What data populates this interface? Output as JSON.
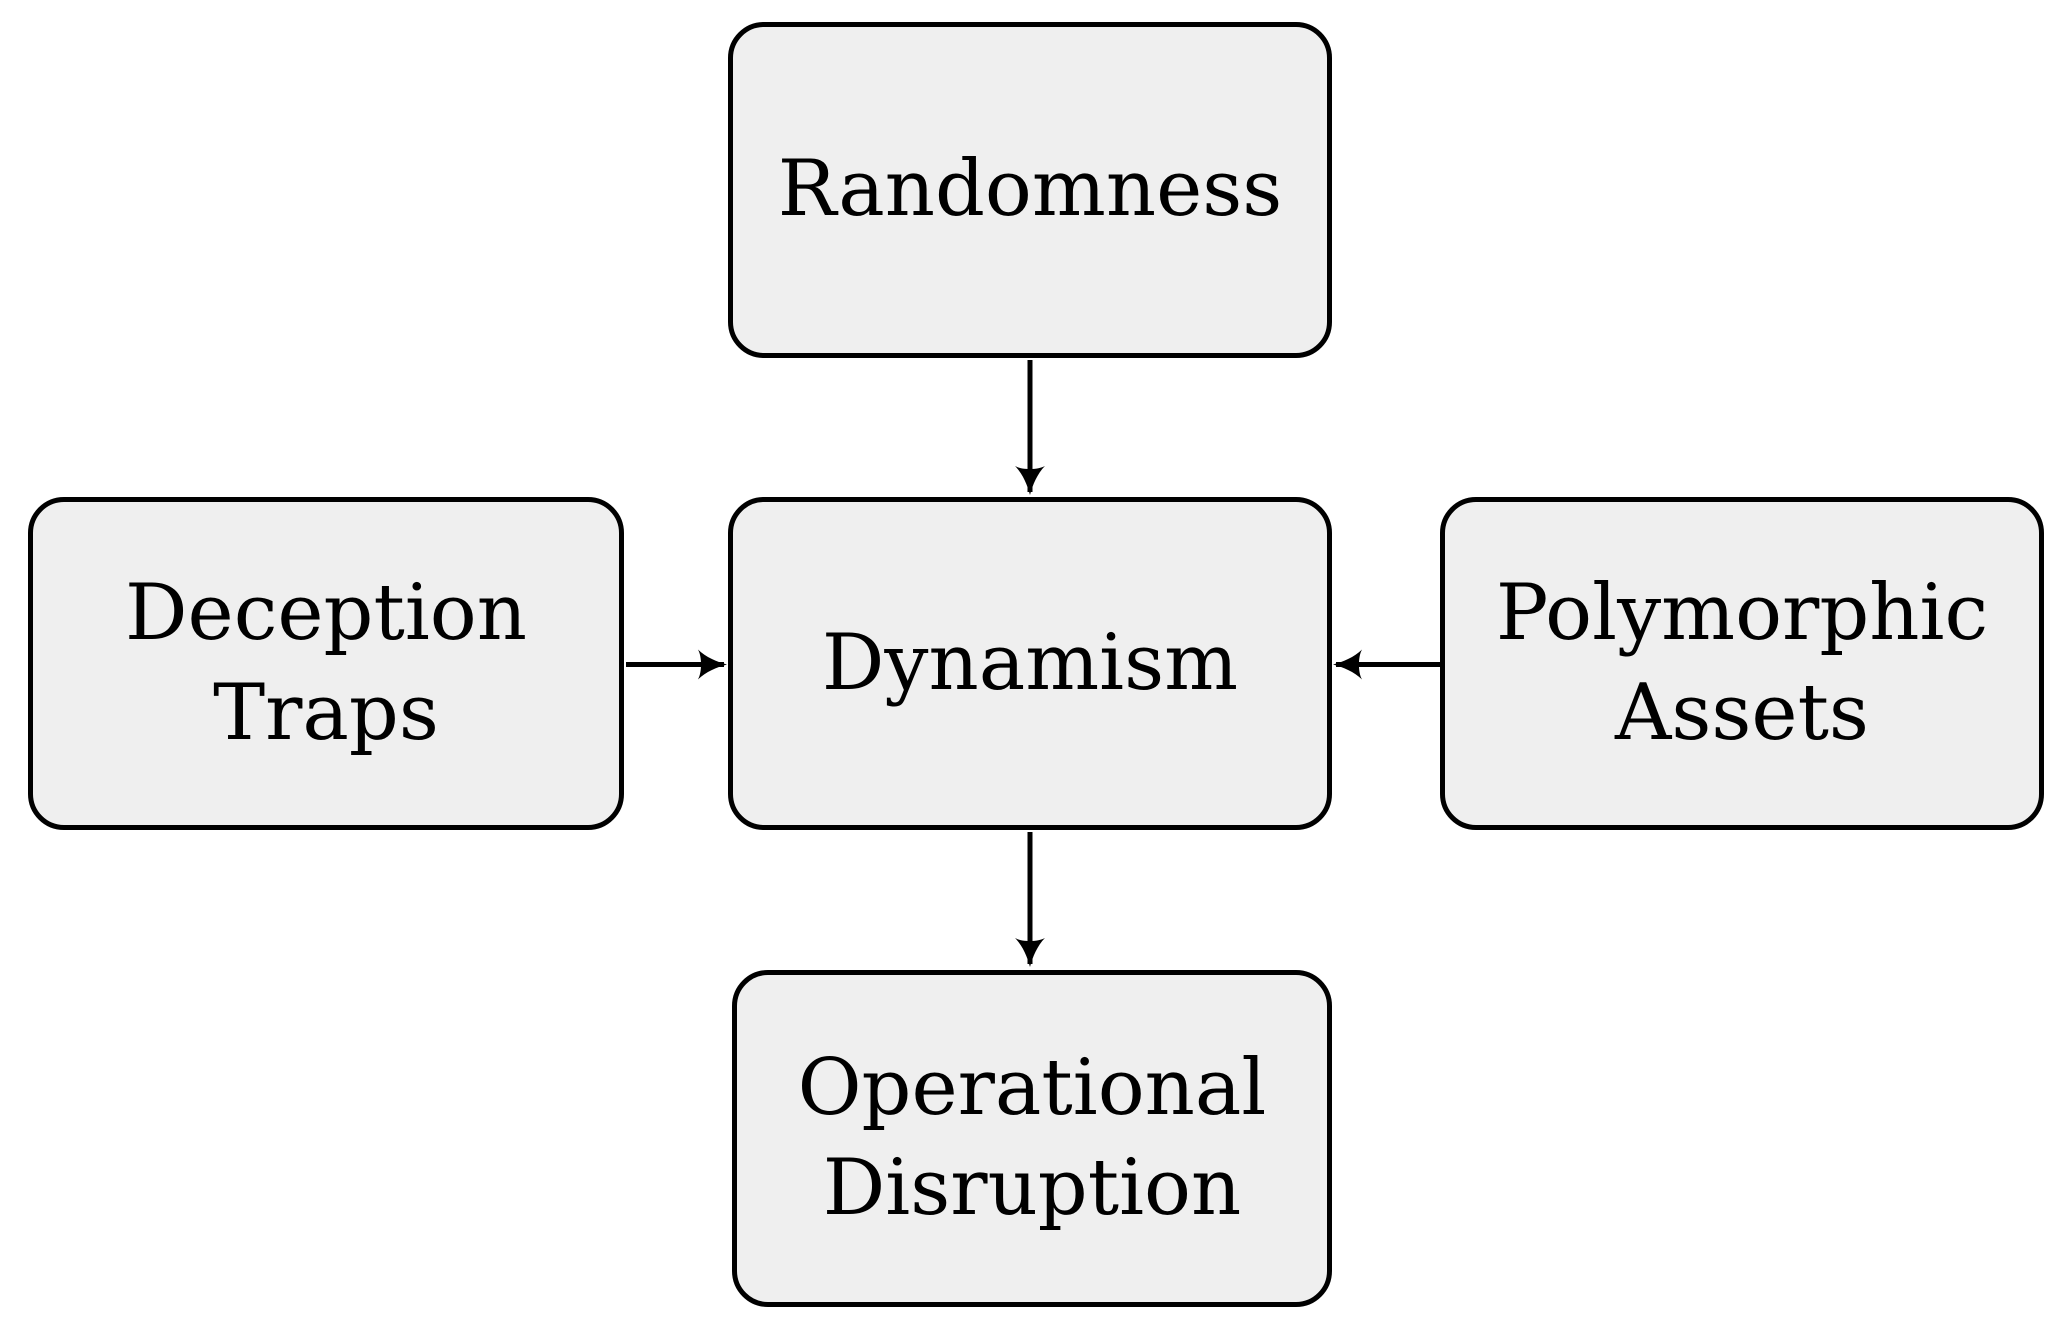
{
  "diagram": {
    "title": "",
    "theme": {
      "node_fill": "#efefef",
      "node_border_color": "#000000",
      "text_color": "#000000",
      "arrow_color": "#000000",
      "background": "#ffffff"
    },
    "nodes": {
      "randomness": {
        "lines": [
          "Randomness"
        ]
      },
      "deception_traps": {
        "lines": [
          "Deception",
          "Traps"
        ]
      },
      "dynamism": {
        "lines": [
          "Dynamism"
        ]
      },
      "polymorphic_assets": {
        "lines": [
          "Polymorphic",
          "Assets"
        ]
      },
      "operational_disruption": {
        "lines": [
          "Operational",
          "Disruption"
        ]
      }
    },
    "edges": [
      {
        "from": "randomness",
        "to": "dynamism",
        "direction": "down"
      },
      {
        "from": "deception_traps",
        "to": "dynamism",
        "direction": "right"
      },
      {
        "from": "polymorphic_assets",
        "to": "dynamism",
        "direction": "left"
      },
      {
        "from": "dynamism",
        "to": "operational_disruption",
        "direction": "down"
      }
    ]
  }
}
